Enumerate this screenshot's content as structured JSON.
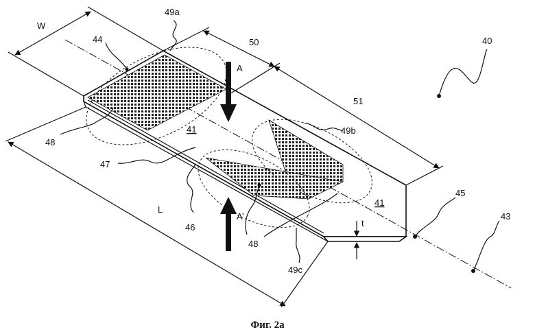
{
  "figure": {
    "caption": "Фиг. 2а",
    "labels": {
      "W": "W",
      "l49a": "49a",
      "l44": "44",
      "l50": "50",
      "l40": "40",
      "lA": "A",
      "l51": "51",
      "l41_top": "41",
      "l49b": "49b",
      "l48_left": "48",
      "l47": "47",
      "lL": "L",
      "l46": "46",
      "lA2": "A’",
      "l48_bottom": "48",
      "l41_right": "41",
      "l45": "45",
      "lt": "t",
      "l43": "43",
      "l49c": "49c"
    }
  }
}
